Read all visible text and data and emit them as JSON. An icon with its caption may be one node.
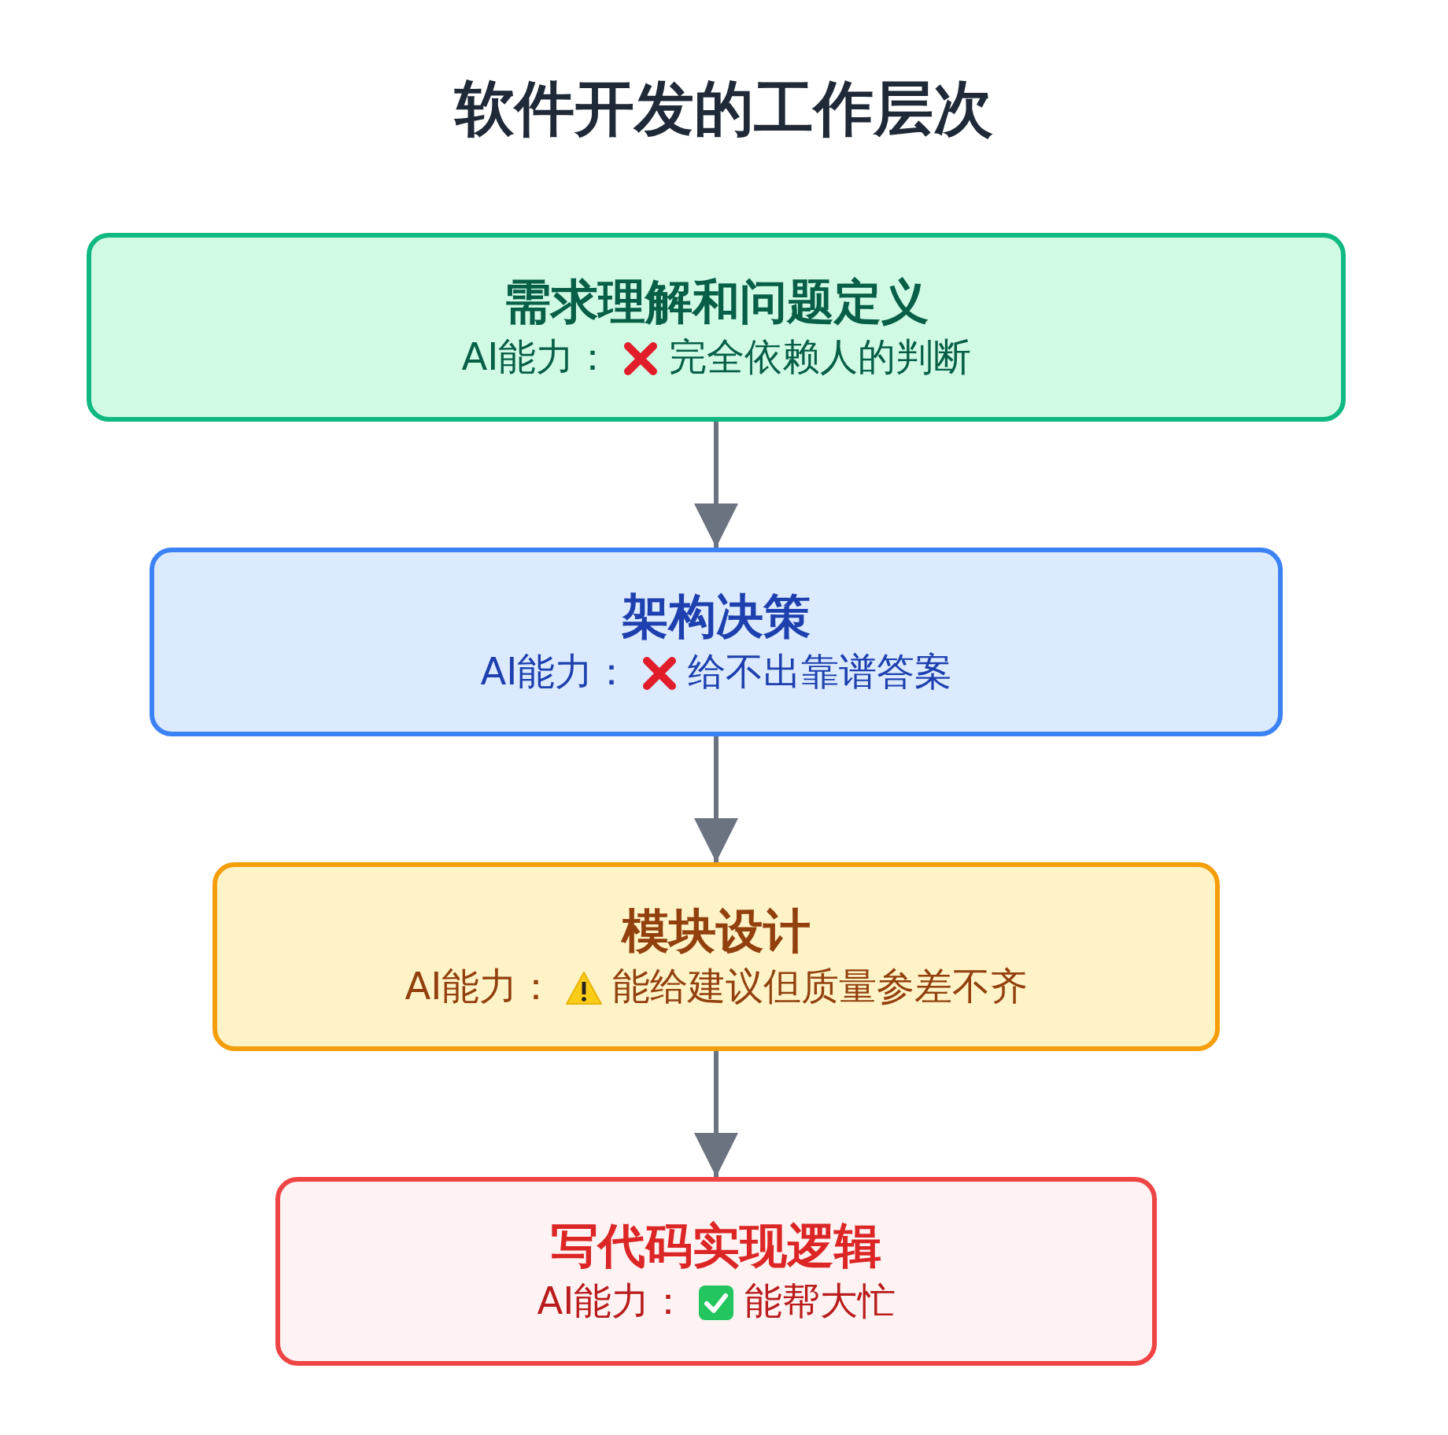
{
  "diagram": {
    "title": "软件开发的工作层次",
    "nodes": [
      {
        "text": [
          "需求理解和问题定义",
          "AI能力：",
          "完全依赖人的判断"
        ]
      },
      {
        "text": [
          "架构决策",
          "AI能力：",
          "给不出靠谱答案"
        ]
      },
      {
        "text": [
          "模块设计",
          "AI能力：",
          "能给建议但质量参差不齐"
        ]
      },
      {
        "text": [
          "写代码实现逻辑",
          "AI能力：",
          "能帮大忙"
        ]
      }
    ],
    "edges": [
      {
        "from": 0,
        "to": 1,
        "arrow": "to"
      },
      {
        "from": 1,
        "to": 2,
        "arrow": "to"
      },
      {
        "from": 2,
        "to": 3,
        "arrow": "to"
      }
    ]
  }
}
